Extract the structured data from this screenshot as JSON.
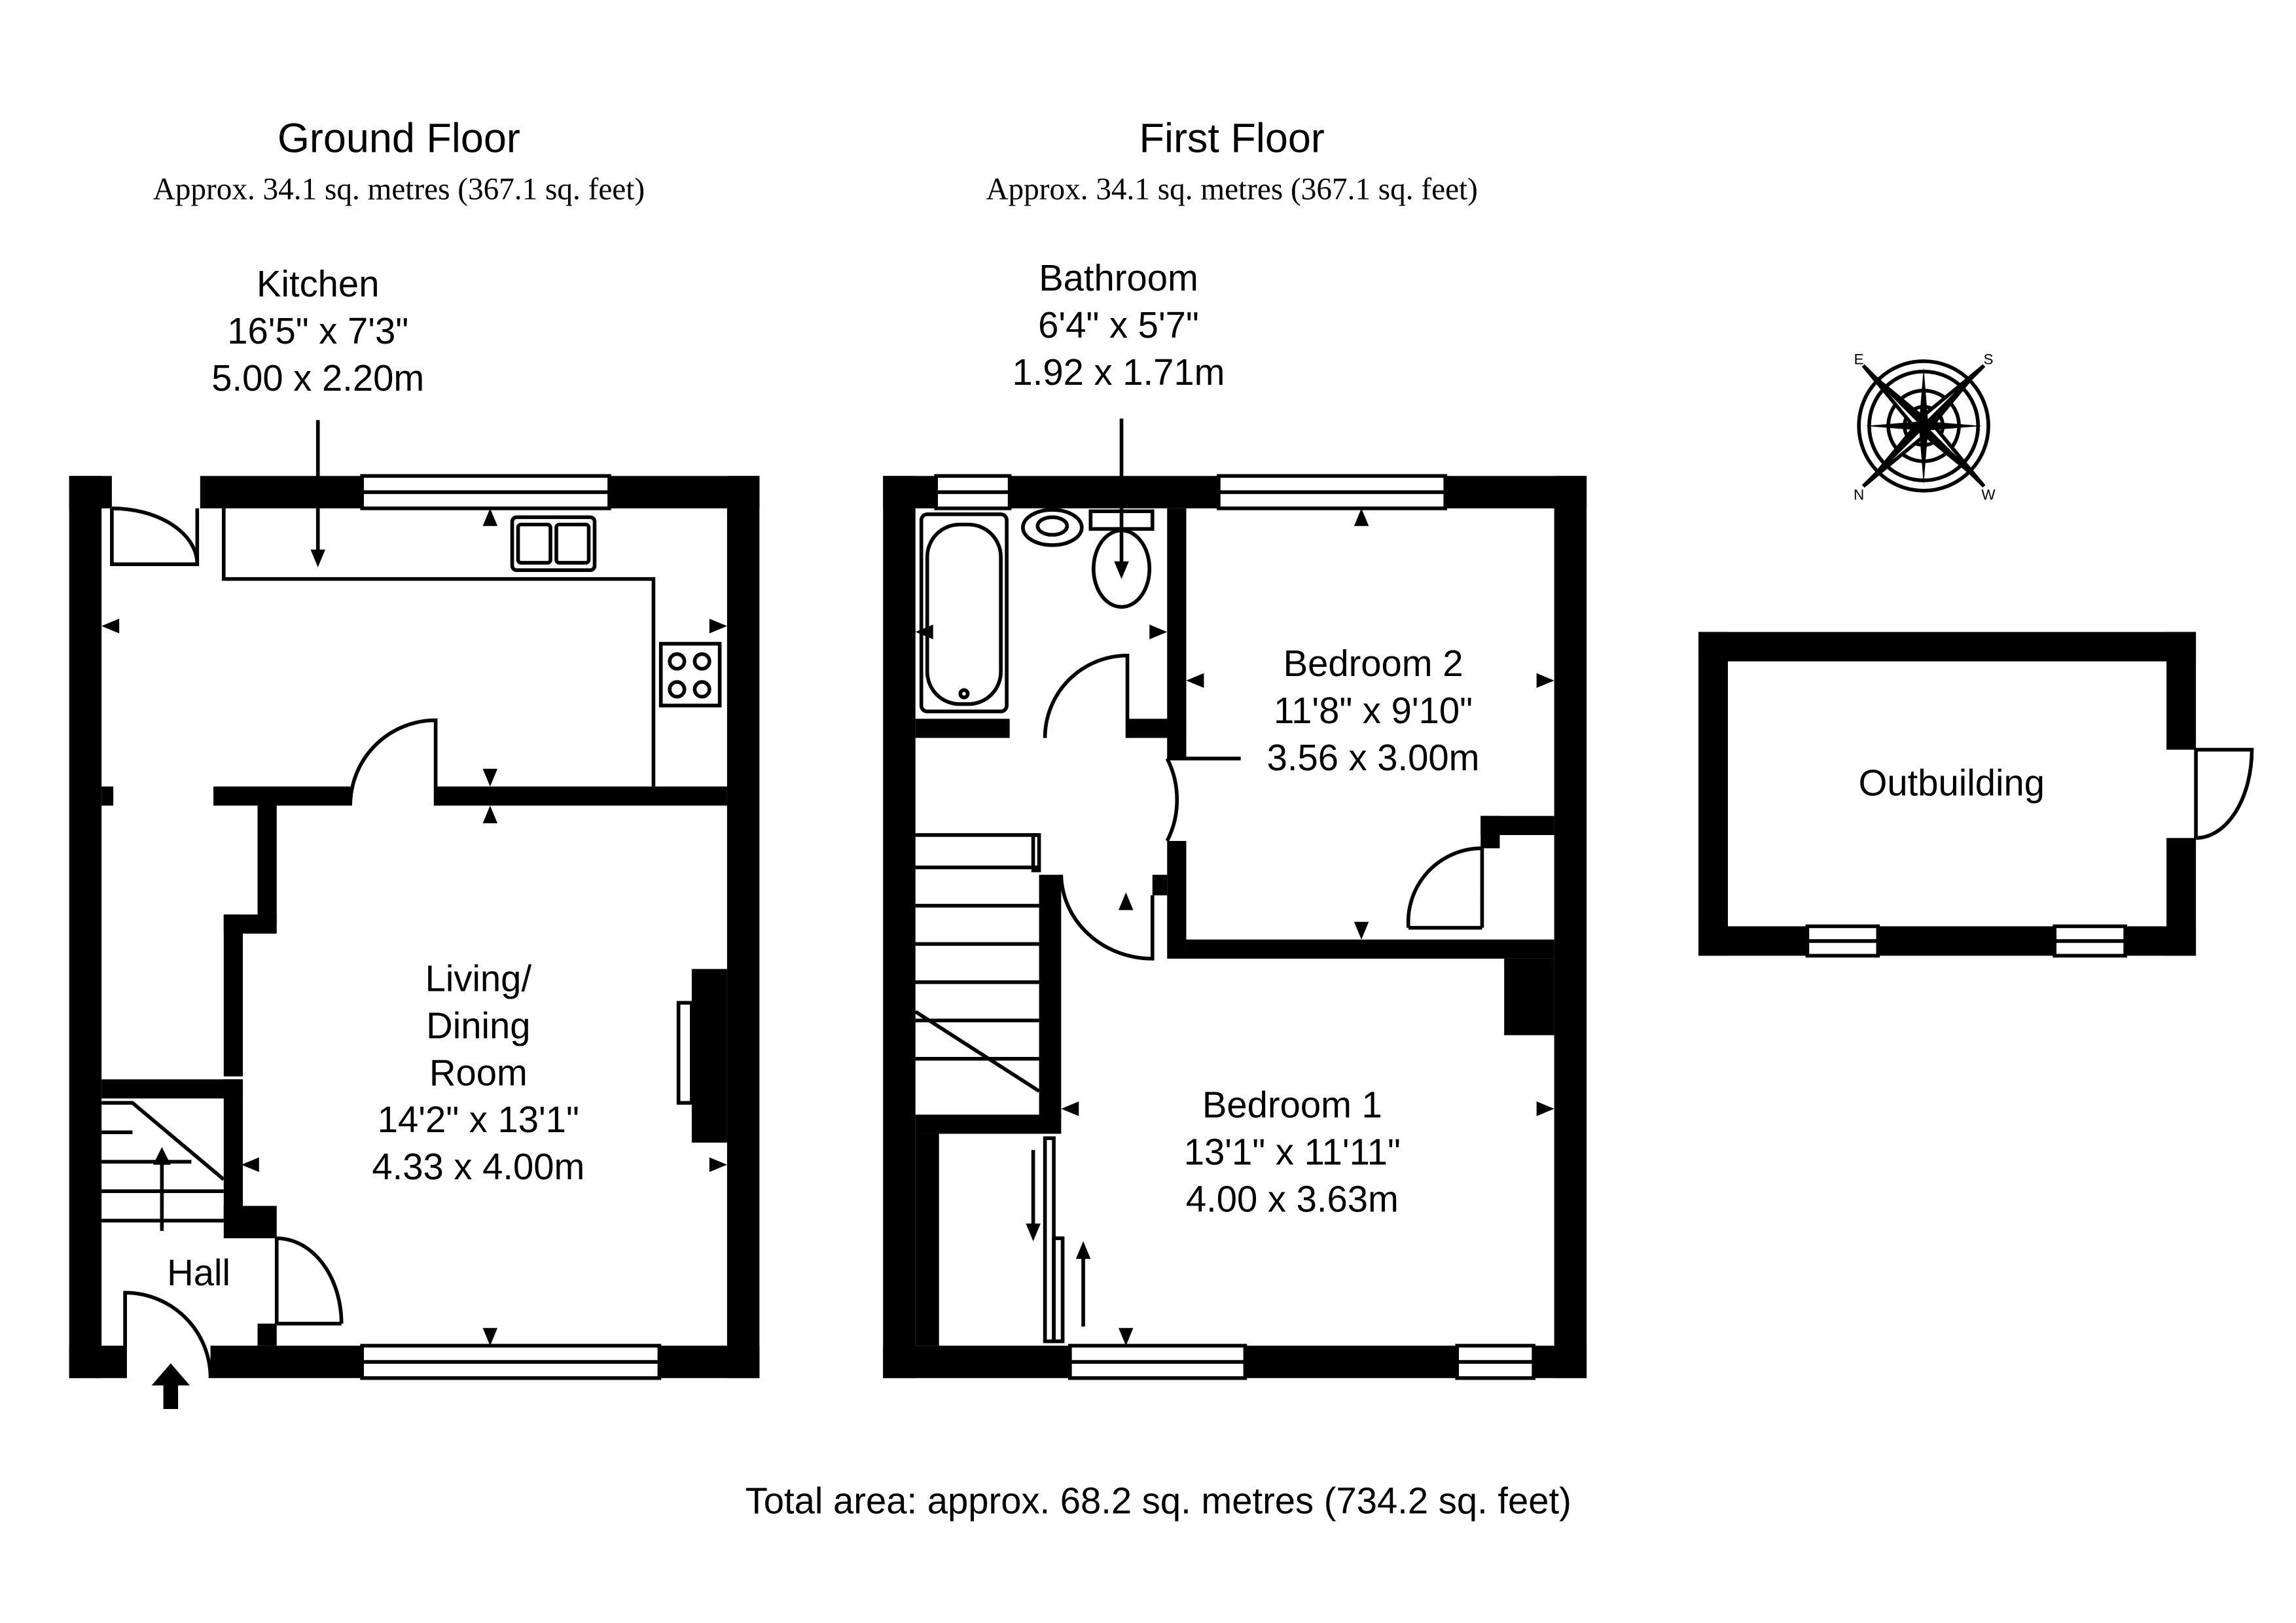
{
  "ground_floor": {
    "title": "Ground Floor",
    "area": "Approx. 34.1 sq. metres (367.1 sq. feet)",
    "rooms": {
      "kitchen": {
        "name": "Kitchen",
        "imperial": "16'5\" x 7'3\"",
        "metric": "5.00 x 2.20m"
      },
      "living": {
        "name_lines": [
          "Living/",
          "Dining",
          "Room"
        ],
        "imperial": "14'2\" x 13'1\"",
        "metric": "4.33 x 4.00m"
      },
      "hall": {
        "name": "Hall"
      }
    }
  },
  "first_floor": {
    "title": "First Floor",
    "area": "Approx. 34.1 sq. metres (367.1 sq. feet)",
    "rooms": {
      "bathroom": {
        "name": "Bathroom",
        "imperial": "6'4\" x 5'7\"",
        "metric": "1.92 x 1.71m"
      },
      "bedroom2": {
        "name": "Bedroom 2",
        "imperial": "11'8\" x 9'10\"",
        "metric": "3.56 x 3.00m"
      },
      "bedroom1": {
        "name": "Bedroom 1",
        "imperial": "13'1\" x 11'11\"",
        "metric": "4.00 x 3.63m"
      }
    }
  },
  "outbuilding": {
    "name": "Outbuilding"
  },
  "compass": {
    "labels": [
      "N",
      "E",
      "S",
      "W"
    ]
  },
  "total_area": "Total area: approx. 68.2 sq. metres (734.2 sq. feet)",
  "colors": {
    "wall": "#000000",
    "background": "#ffffff"
  },
  "icons": [
    "compass-rose-icon",
    "entrance-arrow-icon"
  ]
}
